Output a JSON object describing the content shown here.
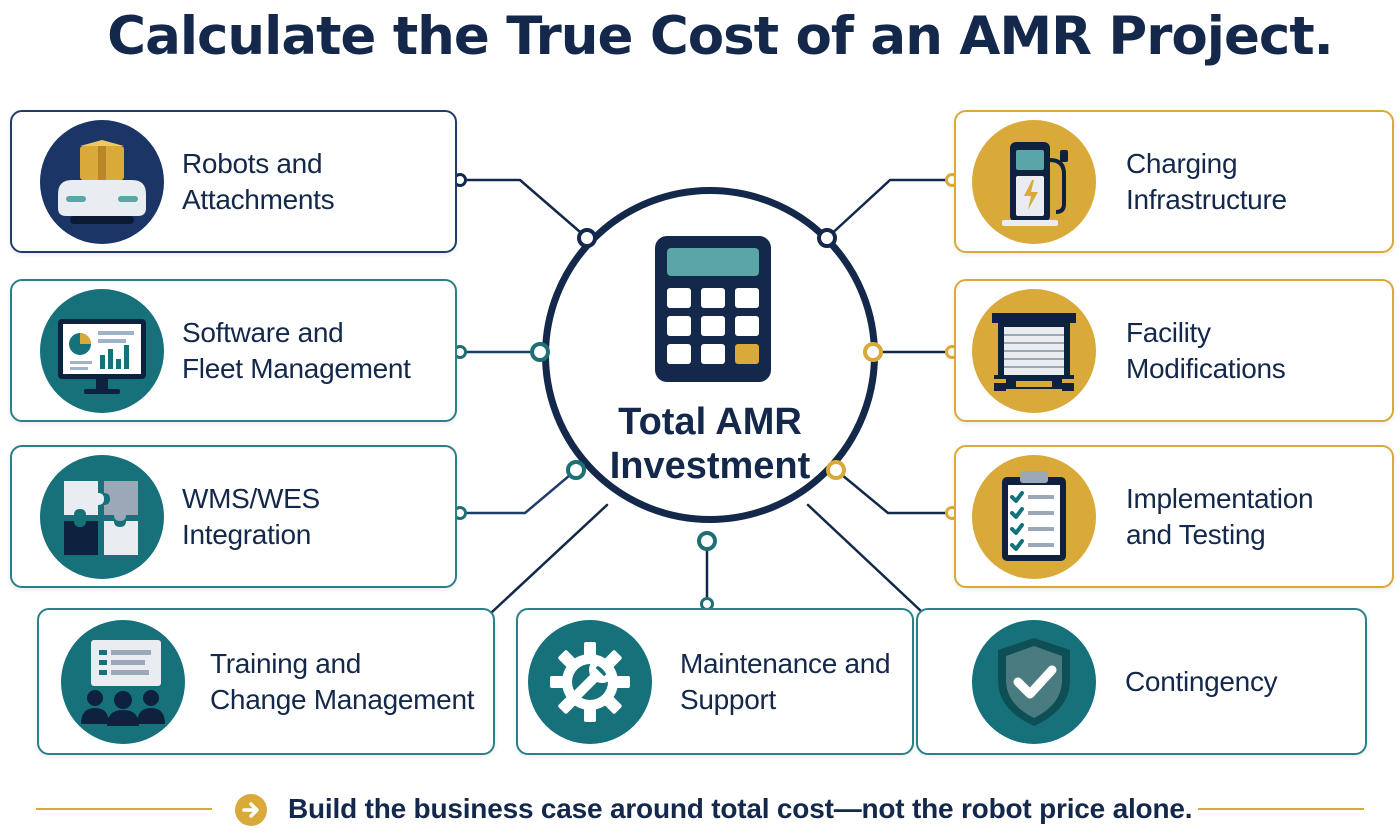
{
  "title": "Calculate the True Cost of an AMR Project.",
  "center": {
    "label_line1": "Total AMR",
    "label_line2": "Investment",
    "icon": "calculator-icon"
  },
  "cards": [
    {
      "id": "robots",
      "line1": "Robots and",
      "line2": "Attachments",
      "icon": "robot-with-box-icon"
    },
    {
      "id": "software",
      "line1": "Software and",
      "line2": "Fleet Management",
      "icon": "monitor-dashboard-icon"
    },
    {
      "id": "wms",
      "line1": "WMS/WES",
      "line2": "Integration",
      "icon": "puzzle-icon"
    },
    {
      "id": "training",
      "line1": "Training and",
      "line2": "Change Management",
      "icon": "presentation-people-icon"
    },
    {
      "id": "maintenance",
      "line1": "Maintenance and",
      "line2": "Support",
      "icon": "gear-wrench-icon"
    },
    {
      "id": "contingency",
      "line1": "Contingency",
      "line2": "",
      "icon": "shield-check-icon"
    },
    {
      "id": "charging",
      "line1": "Charging",
      "line2": "Infrastructure",
      "icon": "charging-station-icon"
    },
    {
      "id": "facility",
      "line1": "Facility",
      "line2": "Modifications",
      "icon": "warehouse-door-icon"
    },
    {
      "id": "implementation",
      "line1": "Implementation",
      "line2": "and Testing",
      "icon": "clipboard-checklist-icon"
    }
  ],
  "footer": {
    "text": "Build the business case around total cost—not the robot price alone.",
    "icon": "arrow-right-icon"
  },
  "colors": {
    "navy": "#13284a",
    "teal": "#17717a",
    "gold": "#d9a93a"
  }
}
